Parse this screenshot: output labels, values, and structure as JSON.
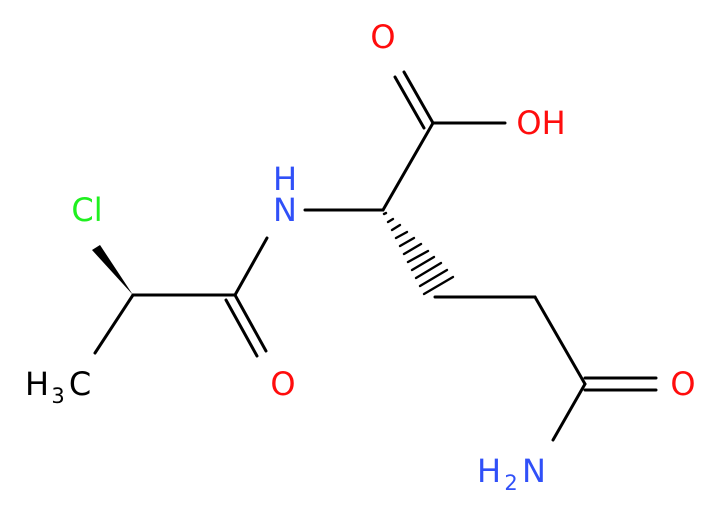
{
  "molecule": {
    "colors": {
      "bond": "#000000",
      "O": "#ff0d0d",
      "N": "#3050f8",
      "Cl": "#1ff01f",
      "C": "#000000"
    },
    "atoms": {
      "cl": {
        "text": "Cl",
        "element": "Cl"
      },
      "ch3_h": {
        "text": "H",
        "element": "C"
      },
      "ch3_sub": {
        "text": "3",
        "element": "C"
      },
      "ch3_c": {
        "text": "C",
        "element": "C"
      },
      "o_amide": {
        "text": "O",
        "element": "O"
      },
      "nh": {
        "text": "H",
        "element": "N"
      },
      "nh_n": {
        "text": "N",
        "element": "N"
      },
      "o_acid_top": {
        "text": "O",
        "element": "O"
      },
      "oh": {
        "text": "OH",
        "element": "O"
      },
      "o_amide2": {
        "text": "O",
        "element": "O"
      },
      "nh2_h": {
        "text": "H",
        "element": "N"
      },
      "nh2_sub": {
        "text": "2",
        "element": "N"
      },
      "nh2_n": {
        "text": "N",
        "element": "N"
      }
    }
  }
}
